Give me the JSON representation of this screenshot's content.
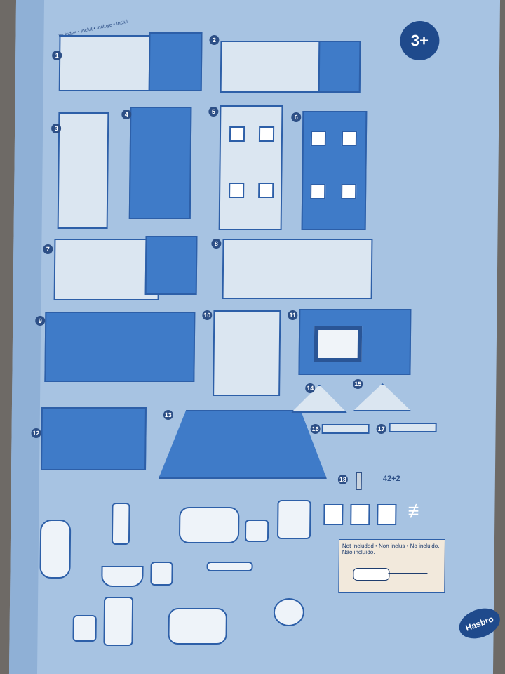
{
  "header": {
    "includes": "Includes • Inclut • Incluye • Inclui",
    "age": "3+"
  },
  "steps": [
    "1",
    "2",
    "3",
    "4",
    "5",
    "6",
    "7",
    "8",
    "9",
    "10",
    "11",
    "12",
    "13",
    "14",
    "15",
    "16",
    "17",
    "18"
  ],
  "screws": {
    "count": "42+2"
  },
  "not_included": {
    "line1": "Not Included • Non inclus • No incluido.",
    "line2": "Não incluído."
  },
  "brand": "Hasbro",
  "colors": {
    "dark_panel": "#3f7bc8",
    "light_panel": "#dbe6f1",
    "page": "#a7c3e2"
  }
}
